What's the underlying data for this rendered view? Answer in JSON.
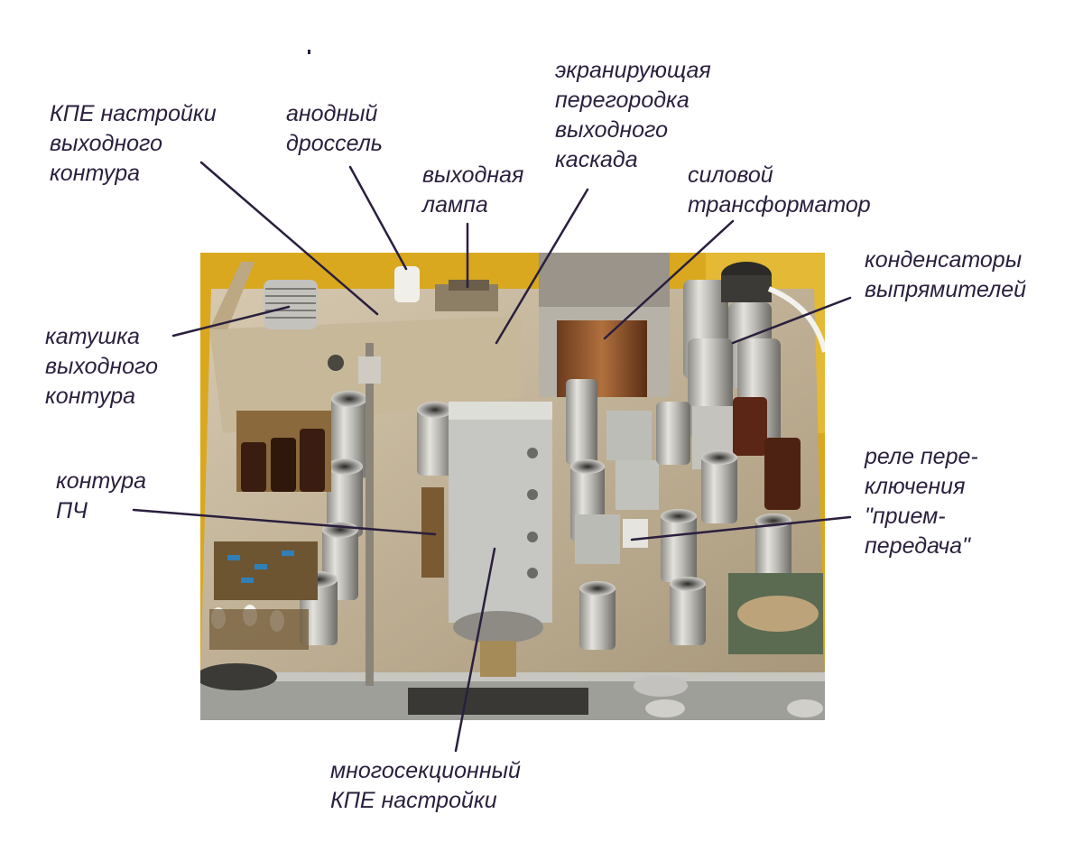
{
  "labels": {
    "kpe_output": [
      "КПЕ настройки",
      "выходного",
      "контура"
    ],
    "anode_choke": [
      "анодный",
      "дроссель"
    ],
    "output_tube": [
      "выходная",
      "лампа"
    ],
    "screen": [
      "экранирующая",
      "перегородка",
      "выходного",
      "каскада"
    ],
    "power_transformer": [
      "силовой",
      "трансформатор"
    ],
    "rectifier_caps": [
      "конденсаторы",
      "выпрямителей"
    ],
    "output_coil": [
      "катушка",
      "выходного",
      "контура"
    ],
    "if_circuits": [
      "контура",
      "ПЧ"
    ],
    "relay": [
      "реле пере-",
      "ключения",
      "\"прием-",
      "передача\""
    ],
    "multi_kpe": [
      "многосекционный",
      "КПЕ настройки"
    ]
  },
  "colors": {
    "label_text": "#2a1f3d",
    "leader_line": "#2a1f3d",
    "background": "#ffffff",
    "chassis": "#b8a88c",
    "yellow_cloth": "#d9a81e"
  }
}
